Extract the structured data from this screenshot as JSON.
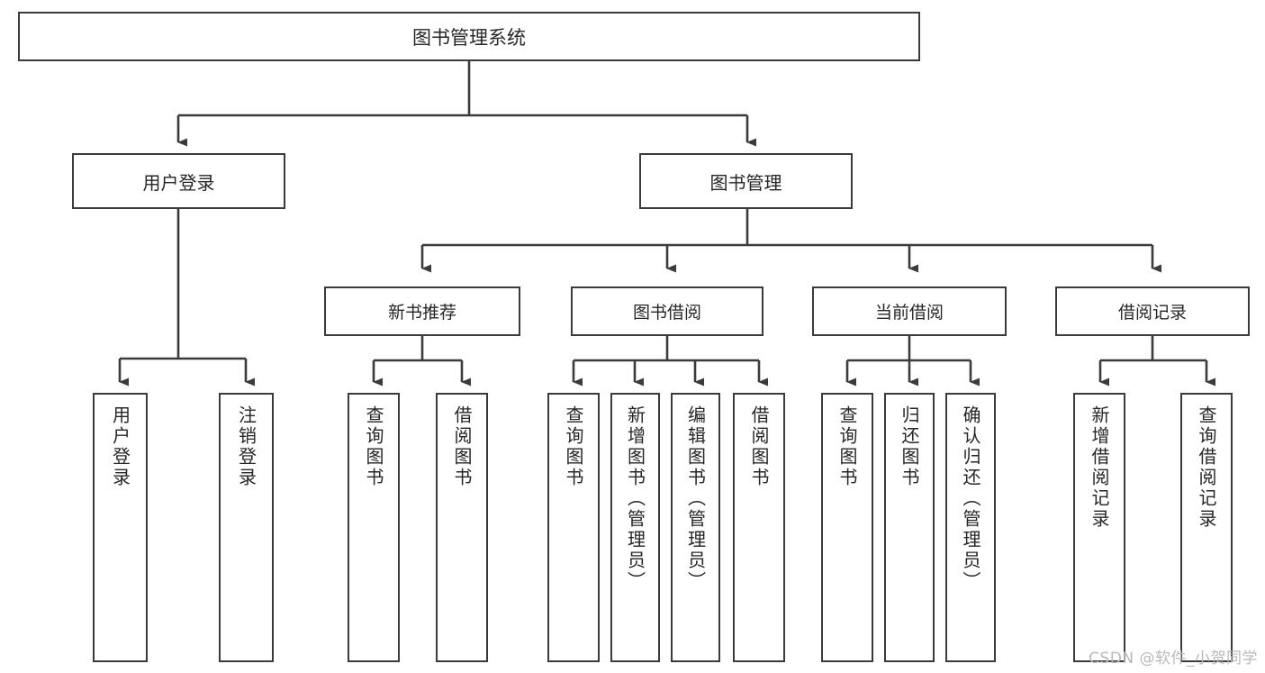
{
  "diagram": {
    "title": "图书管理系统",
    "type": "tree-hierarchy-diagram",
    "colors": {
      "box_border": "#3b3b3b",
      "box_fill": "#ffffff",
      "connector": "#3b3b3b",
      "text": "#262626",
      "watermark": "#b9b9b9",
      "background": "#ffffff"
    },
    "root": {
      "label": "图书管理系统"
    },
    "level2": [
      {
        "label": "用户登录"
      },
      {
        "label": "图书管理"
      }
    ],
    "level3": [
      {
        "label": "新书推荐"
      },
      {
        "label": "图书借阅"
      },
      {
        "label": "当前借阅"
      },
      {
        "label": "借阅记录"
      }
    ],
    "leaves": {
      "user_login": [
        {
          "label": "用户登录"
        },
        {
          "label": "注销登录"
        }
      ],
      "new_book_recommend": [
        {
          "label": "查询图书"
        },
        {
          "label": "借阅图书"
        }
      ],
      "book_borrow": [
        {
          "label": "查询图书"
        },
        {
          "label": "新增图书（管理员）"
        },
        {
          "label": "编辑图书（管理员）"
        },
        {
          "label": "借阅图书"
        }
      ],
      "current_borrow": [
        {
          "label": "查询图书"
        },
        {
          "label": "归还图书"
        },
        {
          "label": "确认归还（管理员）"
        }
      ],
      "borrow_records": [
        {
          "label": "新增借阅记录"
        },
        {
          "label": "查询借阅记录"
        }
      ]
    }
  },
  "watermark": {
    "text": "CSDN @软件_小贺同学"
  }
}
